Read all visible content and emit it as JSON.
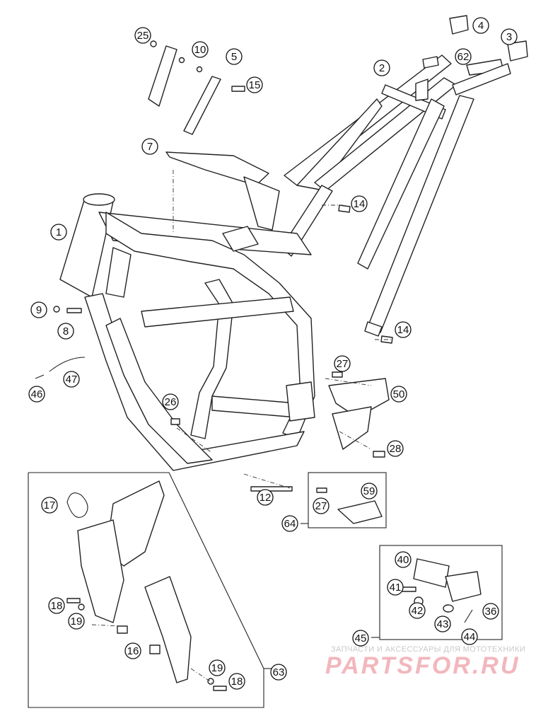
{
  "callouts": [
    "25",
    "10",
    "5",
    "15",
    "7",
    "4",
    "3",
    "62",
    "2",
    "14",
    "14",
    "1",
    "9",
    "8",
    "47",
    "46",
    "26",
    "27",
    "50",
    "28",
    "12",
    "59",
    "27",
    "64",
    "17",
    "18",
    "19",
    "16",
    "19",
    "18",
    "63",
    "40",
    "41",
    "42",
    "43",
    "44",
    "36",
    "45"
  ],
  "watermark": {
    "tagline": "ЗАПЧАСТИ И АКСЕССУАРЫ ДЛЯ МОТОТЕХНИКИ",
    "brand": "PARTSFOR.RU"
  }
}
